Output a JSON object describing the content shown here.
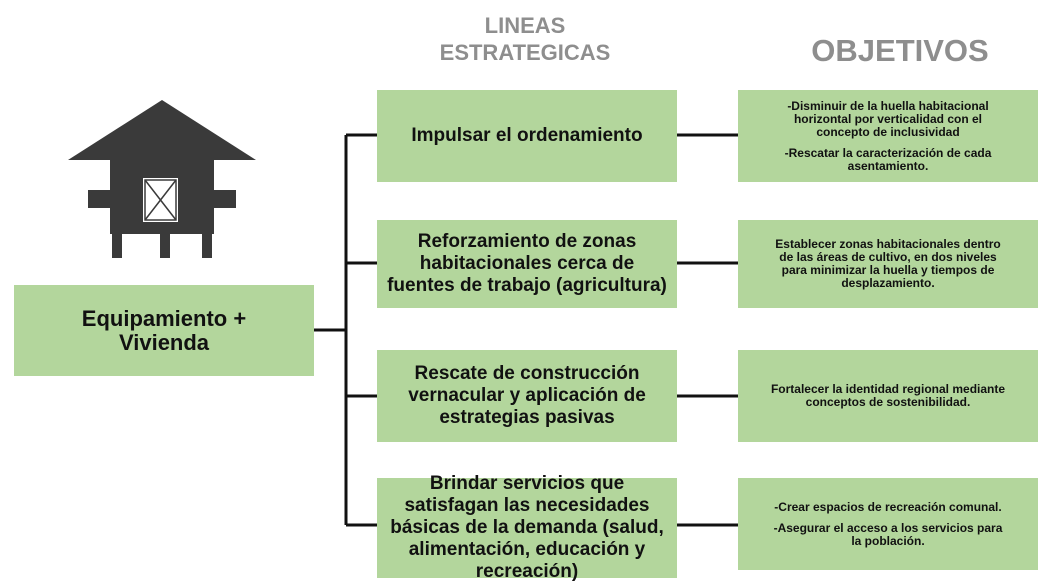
{
  "headers": {
    "lineas_line1": "LINEAS",
    "lineas_line2": "ESTRATEGICAS",
    "objetivos": "OBJETIVOS"
  },
  "root": {
    "line1": "Equipamiento +",
    "line2": "Vivienda"
  },
  "strategic_lines": [
    {
      "lines": [
        "Impulsar el ordenamiento"
      ]
    },
    {
      "lines": [
        "Reforzamiento de zonas",
        "habitacionales cerca de",
        "fuentes de trabajo (agricultura)"
      ]
    },
    {
      "lines": [
        "Rescate de construcción",
        "vernacular y aplicación de",
        "estrategias pasivas"
      ]
    },
    {
      "lines": [
        "Brindar servicios que",
        "satisfagan las necesidades",
        "básicas de la demanda (salud,",
        "alimentación, educación y",
        "recreación)"
      ]
    }
  ],
  "objectives": [
    {
      "items": [
        [
          "-Disminuir de la huella habitacional",
          "horizontal por verticalidad con el",
          "concepto de inclusividad"
        ],
        [
          "-Rescatar la caracterización de cada",
          "asentamiento."
        ]
      ]
    },
    {
      "items": [
        [
          "Establecer zonas habitacionales dentro",
          "de las áreas de cultivo, en dos niveles",
          "para minimizar la huella y tiempos de",
          "desplazamiento."
        ]
      ]
    },
    {
      "items": [
        [
          "Fortalecer la identidad regional mediante",
          "conceptos de sostenibilidad."
        ]
      ]
    },
    {
      "items": [
        [
          "-Crear espacios de recreación comunal."
        ],
        [
          "-Asegurar el acceso a los servicios para",
          "la población."
        ]
      ]
    }
  ],
  "colors": {
    "box_fill": "#b3d69c",
    "header_text": "#8e8e8e",
    "connector": "#111111",
    "house_icon": "#3a3a3a"
  },
  "icon": "house-icon"
}
